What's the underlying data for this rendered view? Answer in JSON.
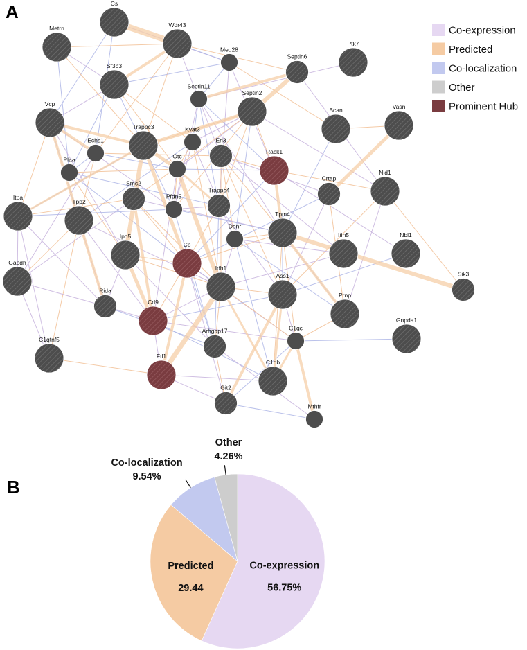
{
  "panels": {
    "a": "A",
    "b": "B"
  },
  "colors": {
    "co_expression": "#e6d8f2",
    "predicted": "#f5cba3",
    "co_localization": "#c2c9ef",
    "other": "#cdcdcd",
    "prominent_hub": "#7a3c40",
    "node": "#4d4d4d"
  },
  "legend": [
    {
      "key": "co_expression",
      "label": "Co-expression"
    },
    {
      "key": "predicted",
      "label": "Predicted"
    },
    {
      "key": "co_localization",
      "label": "Co-localization"
    },
    {
      "key": "other",
      "label": "Other"
    },
    {
      "key": "prominent_hub",
      "label": "Prominent Hub"
    }
  ],
  "network": {
    "nodes": [
      {
        "id": "Cs",
        "label": "Cs",
        "size": "large",
        "hub": false
      },
      {
        "id": "Wdr43",
        "label": "Wdr43",
        "size": "large",
        "hub": false
      },
      {
        "id": "Metrn",
        "label": "Metrn",
        "size": "large",
        "hub": false
      },
      {
        "id": "Med28",
        "label": "Med28",
        "size": "small",
        "hub": false
      },
      {
        "id": "Septin6",
        "label": "Septin6",
        "size": "medium",
        "hub": false
      },
      {
        "id": "Ptk7",
        "label": "Ptk7",
        "size": "large",
        "hub": false
      },
      {
        "id": "Sf3b3",
        "label": "Sf3b3",
        "size": "large",
        "hub": false
      },
      {
        "id": "Septin11",
        "label": "Septin11",
        "size": "small",
        "hub": false
      },
      {
        "id": "Septin2",
        "label": "Septin2",
        "size": "large",
        "hub": false
      },
      {
        "id": "Vcp",
        "label": "Vcp",
        "size": "large",
        "hub": false
      },
      {
        "id": "Bcan",
        "label": "Bcan",
        "size": "large",
        "hub": false
      },
      {
        "id": "Vasn",
        "label": "Vasn",
        "size": "large",
        "hub": false
      },
      {
        "id": "Trappc3",
        "label": "Trappc3",
        "size": "large",
        "hub": false
      },
      {
        "id": "Kyat3",
        "label": "Kyat3",
        "size": "small",
        "hub": false
      },
      {
        "id": "Echs1",
        "label": "Echs1",
        "size": "small",
        "hub": false
      },
      {
        "id": "Eri3",
        "label": "Eri3",
        "size": "medium",
        "hub": false
      },
      {
        "id": "Rack1",
        "label": "Rack1",
        "size": "large",
        "hub": true
      },
      {
        "id": "Plaa",
        "label": "Plaa",
        "size": "small",
        "hub": false
      },
      {
        "id": "Otc",
        "label": "Otc",
        "size": "small",
        "hub": false
      },
      {
        "id": "Crtap",
        "label": "Crtap",
        "size": "medium",
        "hub": false
      },
      {
        "id": "Nid1",
        "label": "Nid1",
        "size": "large",
        "hub": false
      },
      {
        "id": "Smc2",
        "label": "Smc2",
        "size": "medium",
        "hub": false
      },
      {
        "id": "Trappc4",
        "label": "Trappc4",
        "size": "medium",
        "hub": false
      },
      {
        "id": "Itpa",
        "label": "Itpa",
        "size": "large",
        "hub": false
      },
      {
        "id": "Tpp2",
        "label": "Tpp2",
        "size": "large",
        "hub": false
      },
      {
        "id": "Pfdn5",
        "label": "Pfdn5",
        "size": "small",
        "hub": false
      },
      {
        "id": "Tpm4",
        "label": "Tpm4",
        "size": "large",
        "hub": false
      },
      {
        "id": "Denr",
        "label": "Denr",
        "size": "small",
        "hub": false
      },
      {
        "id": "Itih5",
        "label": "Itih5",
        "size": "large",
        "hub": false
      },
      {
        "id": "Nbl1",
        "label": "Nbl1",
        "size": "large",
        "hub": false
      },
      {
        "id": "Ipo5",
        "label": "Ipo5",
        "size": "large",
        "hub": false
      },
      {
        "id": "Cp",
        "label": "Cp",
        "size": "large",
        "hub": true
      },
      {
        "id": "Gapdh",
        "label": "Gapdh",
        "size": "large",
        "hub": false
      },
      {
        "id": "Idh1",
        "label": "Idh1",
        "size": "large",
        "hub": false
      },
      {
        "id": "Ass1",
        "label": "Ass1",
        "size": "large",
        "hub": false
      },
      {
        "id": "Sik3",
        "label": "Sik3",
        "size": "medium",
        "hub": false
      },
      {
        "id": "Rida",
        "label": "Rida",
        "size": "medium",
        "hub": false
      },
      {
        "id": "Cd9",
        "label": "Cd9",
        "size": "large",
        "hub": true
      },
      {
        "id": "Prnp",
        "label": "Prnp",
        "size": "large",
        "hub": false
      },
      {
        "id": "Gnpda1",
        "label": "Gnpda1",
        "size": "large",
        "hub": false
      },
      {
        "id": "C1qc",
        "label": "C1qc",
        "size": "small",
        "hub": false
      },
      {
        "id": "C1qtnf5",
        "label": "C1qtnf5",
        "size": "large",
        "hub": false
      },
      {
        "id": "Arhgap17",
        "label": "Arhgap17",
        "size": "medium",
        "hub": false
      },
      {
        "id": "Ftl1",
        "label": "Ftl1",
        "size": "large",
        "hub": true
      },
      {
        "id": "C1qb",
        "label": "C1qb",
        "size": "large",
        "hub": false
      },
      {
        "id": "Git2",
        "label": "Git2",
        "size": "medium",
        "hub": false
      },
      {
        "id": "Mthfr",
        "label": "Mthfr",
        "size": "small",
        "hub": false
      }
    ]
  },
  "chart_data": {
    "type": "pie",
    "slices": [
      {
        "key": "co_expression",
        "name": "Co-expression",
        "value": 56.75,
        "label": "56.75%"
      },
      {
        "key": "predicted",
        "name": "Predicted",
        "value": 29.44,
        "label": "29.44"
      },
      {
        "key": "co_localization",
        "name": "Co-localization",
        "value": 9.54,
        "label": "9.54%"
      },
      {
        "key": "other",
        "name": "Other",
        "value": 4.26,
        "label": "4.26%"
      }
    ],
    "start": "12 o'clock",
    "direction": "clockwise"
  }
}
